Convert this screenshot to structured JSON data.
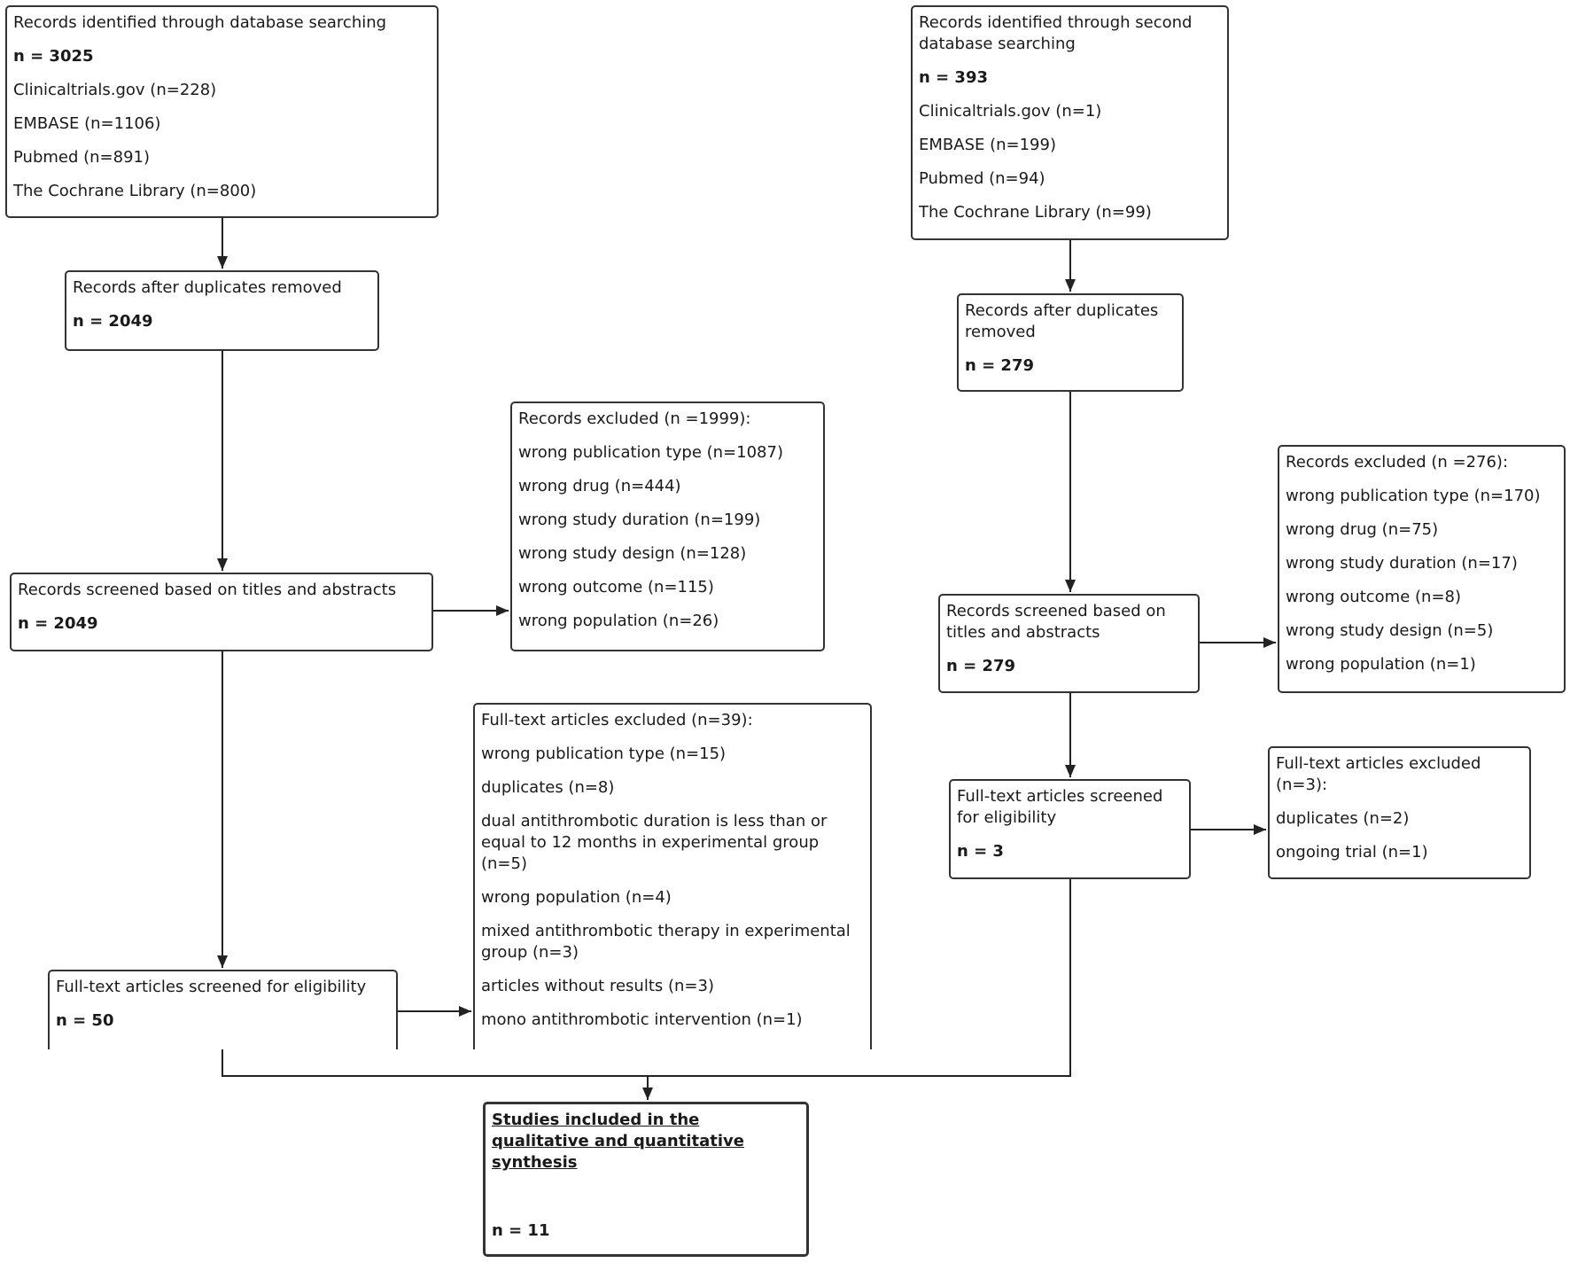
{
  "left": {
    "identified": {
      "items": [
        "Records identified through database searching",
        "n = 3025",
        "Clinicaltrials.gov (n=228)",
        "EMBASE (n=1106)",
        "Pubmed (n=891)",
        "The Cochrane Library (n=800)"
      ]
    },
    "deduplicated": {
      "items": [
        "Records after duplicates removed",
        "n = 2049"
      ]
    },
    "screened": {
      "items": [
        "Records screened based on titles and abstracts",
        "n = 2049"
      ]
    },
    "screen_excluded": {
      "items": [
        "Records excluded (n =1999):",
        "wrong publication type (n=1087)",
        "wrong drug (n=444)",
        "wrong study duration (n=199)",
        "wrong study design (n=128)",
        "wrong outcome (n=115)",
        "wrong population (n=26)"
      ]
    },
    "fulltext": {
      "items": [
        "Full-text articles screened for eligibility",
        "n = 50"
      ]
    },
    "fulltext_excluded": {
      "items": [
        "Full-text articles excluded (n=39):",
        "wrong publication type (n=15)",
        "duplicates (n=8)",
        "dual antithrombotic duration is less than or equal to 12 months in experimental group (n=5)",
        "wrong population (n=4)",
        "mixed antithrombotic therapy in experimental group (n=3)",
        "articles without results (n=3)",
        "mono antithrombotic intervention (n=1)"
      ]
    }
  },
  "right": {
    "identified": {
      "items": [
        "Records identified through second database searching",
        "n = 393",
        "Clinicaltrials.gov (n=1)",
        "EMBASE (n=199)",
        "Pubmed (n=94)",
        "The Cochrane Library (n=99)"
      ]
    },
    "deduplicated": {
      "items": [
        "Records after duplicates removed",
        "n = 279"
      ]
    },
    "screened": {
      "items": [
        "Records screened based on titles and abstracts",
        "n = 279"
      ]
    },
    "screen_excluded": {
      "items": [
        "Records excluded (n =276):",
        "wrong publication type (n=170)",
        "wrong drug (n=75)",
        "wrong study duration (n=17)",
        "wrong outcome (n=8)",
        "wrong study design (n=5)",
        "wrong population (n=1)"
      ]
    },
    "fulltext": {
      "items": [
        "Full-text articles screened for eligibility",
        "n = 3"
      ]
    },
    "fulltext_excluded": {
      "items": [
        "Full-text articles excluded (n=3):",
        "duplicates (n=2)",
        "ongoing trial (n=1)"
      ]
    }
  },
  "included": {
    "title": "Studies included in the qualitative and quantitative synthesis",
    "n": "n = 11"
  }
}
